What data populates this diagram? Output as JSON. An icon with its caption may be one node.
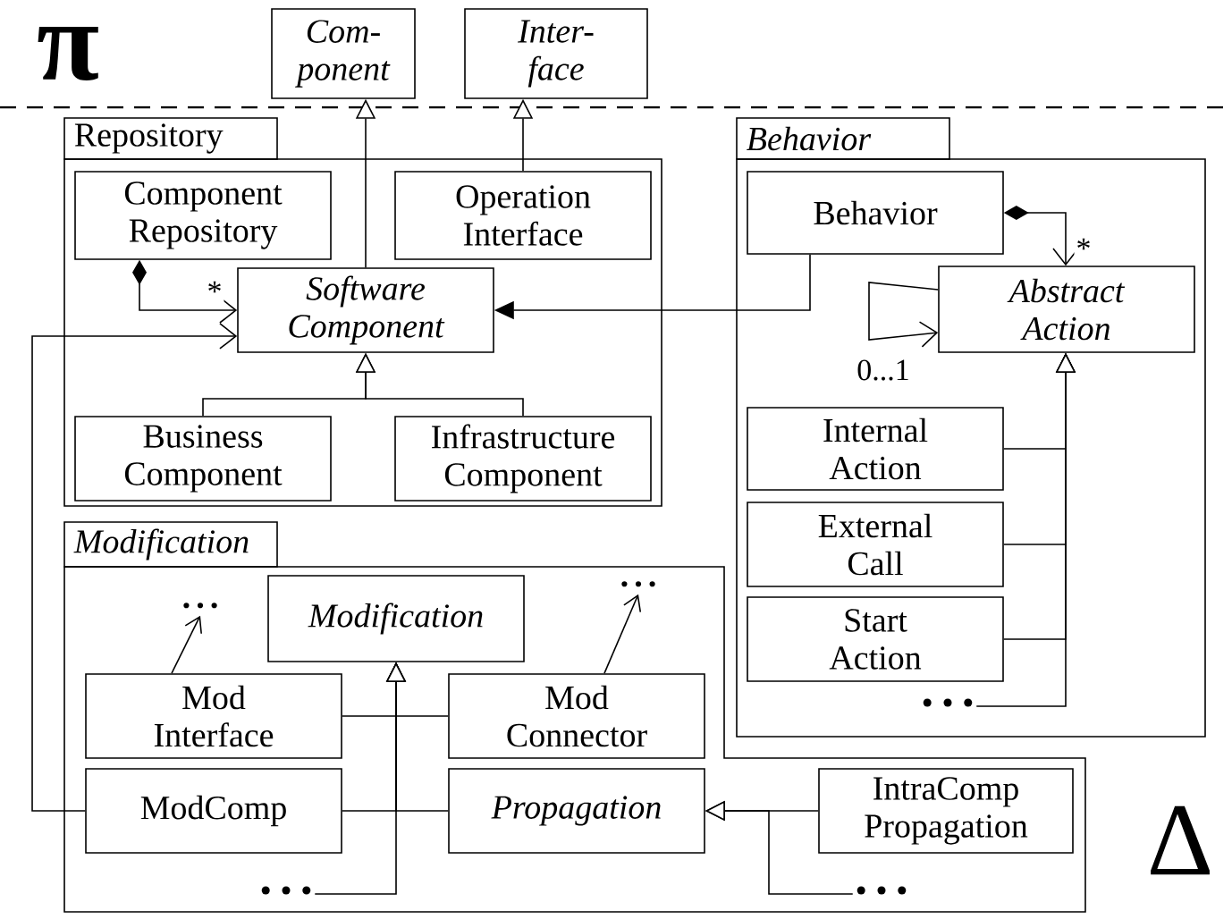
{
  "diagram": {
    "nodes": [
      {
        "text": [
          "Com- ponent"
        ]
      },
      {
        "text": [
          "Inter- face"
        ]
      },
      {
        "text": [
          "Repository"
        ]
      },
      {
        "text": [
          "Component Repository"
        ],
        "in": 2
      },
      {
        "text": [
          "Operation Interface"
        ],
        "in": 2
      },
      {
        "text": [
          "Software Component"
        ],
        "in": 2
      },
      {
        "text": [
          "Business Component"
        ],
        "in": 2
      },
      {
        "text": [
          "Infrastructure Component"
        ],
        "in": 2
      },
      {
        "text": [
          "Behavior"
        ]
      },
      {
        "text": [
          "Behavior"
        ],
        "in": 8
      },
      {
        "text": [
          "Abstract Action"
        ],
        "in": 8
      },
      {
        "text": [
          "Internal Action"
        ],
        "in": 8
      },
      {
        "text": [
          "External Call"
        ],
        "in": 8
      },
      {
        "text": [
          "Start Action"
        ],
        "in": 8
      },
      {
        "text": [
          "• • •"
        ],
        "in": 8
      },
      {
        "text": [
          "Modification"
        ]
      },
      {
        "text": [
          "Modification"
        ],
        "in": 15
      },
      {
        "text": [
          "• • •"
        ],
        "in": 15
      },
      {
        "text": [
          "Mod Interface"
        ],
        "in": 15
      },
      {
        "text": [
          "• • •"
        ],
        "in": 15
      },
      {
        "text": [
          "Mod Connector"
        ],
        "in": 15
      },
      {
        "text": [
          "ModComp"
        ],
        "in": 15
      },
      {
        "text": [
          "Propagation"
        ],
        "in": 15
      },
      {
        "text": [
          "• • •"
        ],
        "in": 15
      },
      {
        "text": [
          "IntraComp Propagation"
        ],
        "in": 15
      },
      {
        "text": [
          "• • •"
        ],
        "in": 15
      }
    ],
    "edges": [
      {
        "from": 5,
        "to": 0,
        "arrow": "to"
      },
      {
        "from": 4,
        "to": 1,
        "arrow": "to"
      },
      {
        "from": 3,
        "to": 5,
        "arrow": "to",
        "label": "*"
      },
      {
        "from": 6,
        "to": 5,
        "arrow": "to"
      },
      {
        "from": 7,
        "to": 5,
        "arrow": "to"
      },
      {
        "from": 9,
        "to": 5,
        "arrow": "to"
      },
      {
        "from": 9,
        "to": 10,
        "arrow": "to",
        "label": "*"
      },
      {
        "from": 10,
        "to": 10,
        "arrow": "to",
        "label": "0...1"
      },
      {
        "from": 11,
        "to": 10,
        "arrow": "to"
      },
      {
        "from": 12,
        "to": 10,
        "arrow": "to"
      },
      {
        "from": 13,
        "to": 10,
        "arrow": "to"
      },
      {
        "from": 14,
        "to": 10,
        "arrow": "to"
      },
      {
        "from": 21,
        "to": 5,
        "arrow": "to"
      },
      {
        "from": 18,
        "to": 17,
        "arrow": "to"
      },
      {
        "from": 20,
        "to": 19,
        "arrow": "to"
      },
      {
        "from": 18,
        "to": 16,
        "arrow": "to"
      },
      {
        "from": 20,
        "to": 16,
        "arrow": "to"
      },
      {
        "from": 21,
        "to": 16,
        "arrow": "to"
      },
      {
        "from": 22,
        "to": 16,
        "arrow": "to"
      },
      {
        "from": 23,
        "to": 16,
        "arrow": "to"
      },
      {
        "from": 24,
        "to": 22,
        "arrow": "to"
      },
      {
        "from": 25,
        "to": 22,
        "arrow": "to"
      }
    ],
    "labels": [
      "π",
      "Δ"
    ]
  }
}
